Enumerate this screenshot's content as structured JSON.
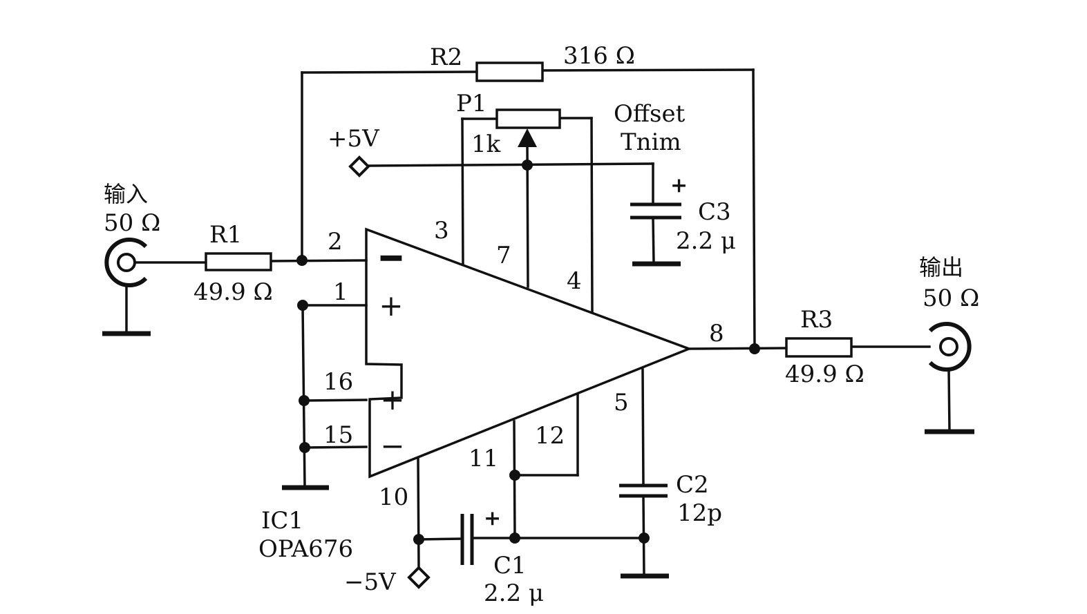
{
  "input": {
    "label": "输入",
    "impedance": "50 Ω"
  },
  "output": {
    "label": "输出",
    "impedance": "50 Ω"
  },
  "r1": {
    "name": "R1",
    "value": "49.9 Ω"
  },
  "r2": {
    "name": "R2",
    "value": "316 Ω"
  },
  "r3": {
    "name": "R3",
    "value": "49.9 Ω"
  },
  "p1": {
    "name": "P1",
    "value": "1k"
  },
  "offset": {
    "line1": "Offset",
    "line2": "Tnim"
  },
  "c1": {
    "name": "C1",
    "value": "2.2 μ",
    "polarity": "+"
  },
  "c2": {
    "name": "C2",
    "value": "12p"
  },
  "c3": {
    "name": "C3",
    "value": "2.2 μ",
    "polarity": "+"
  },
  "supply": {
    "positive": "+5V",
    "negative": "−5V"
  },
  "ic": {
    "name": "IC1",
    "part": "OPA676"
  },
  "opamp_signs": {
    "inv_top": "−",
    "noninv_top": "+",
    "noninv_bottom": "+",
    "inv_bottom": "−"
  },
  "pins": {
    "p1": "1",
    "p2": "2",
    "p3": "3",
    "p4": "4",
    "p5": "5",
    "p7": "7",
    "p8": "8",
    "p10": "10",
    "p11": "11",
    "p12": "12",
    "p15": "15",
    "p16": "16"
  }
}
